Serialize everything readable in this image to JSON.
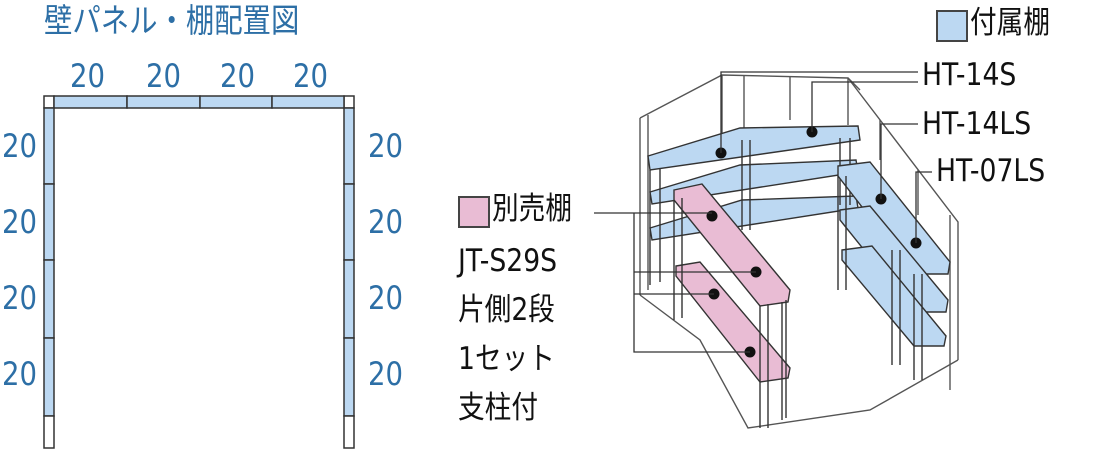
{
  "title": "壁パネル・棚配置図",
  "panel_widths": {
    "top": [
      "20",
      "20",
      "20",
      "20"
    ],
    "left": [
      "20",
      "20",
      "20",
      "20"
    ],
    "right": [
      "20",
      "20",
      "20",
      "20"
    ]
  },
  "legend": {
    "attached": {
      "label": "付属棚",
      "color": "#bcd8f2"
    },
    "sold_separately": {
      "label": "別売棚",
      "color": "#e9bcd4"
    }
  },
  "attached_shelves": [
    "HT-14S",
    "HT-14LS",
    "HT-07LS"
  ],
  "optional_shelf": {
    "model": "JT-S29S",
    "notes": [
      "片側2段",
      "1セット",
      "支柱付"
    ]
  },
  "colors": {
    "panel": "#bcd8f2",
    "optional": "#e9bcd4",
    "stroke": "#333333",
    "text_blue": "#2d6fa6"
  }
}
